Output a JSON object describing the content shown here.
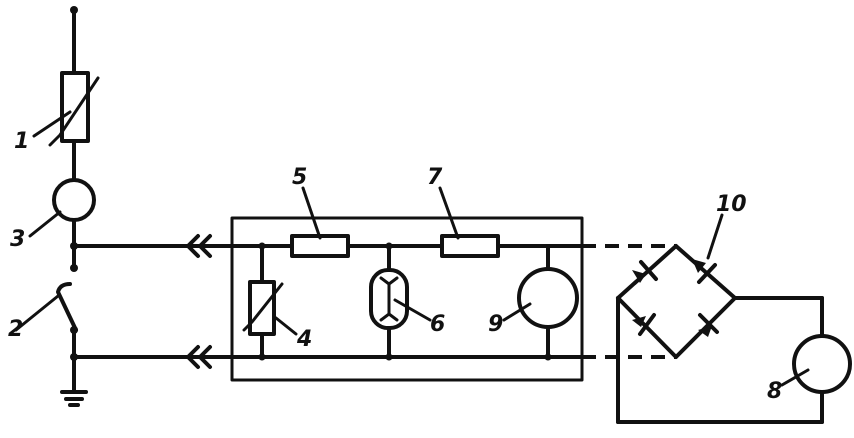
{
  "diagram": {
    "labels": {
      "c1": "1",
      "c2": "2",
      "c3": "3",
      "c4": "4",
      "c5": "5",
      "c6": "6",
      "c7": "7",
      "c8": "8",
      "c9": "9",
      "c10": "10"
    }
  }
}
